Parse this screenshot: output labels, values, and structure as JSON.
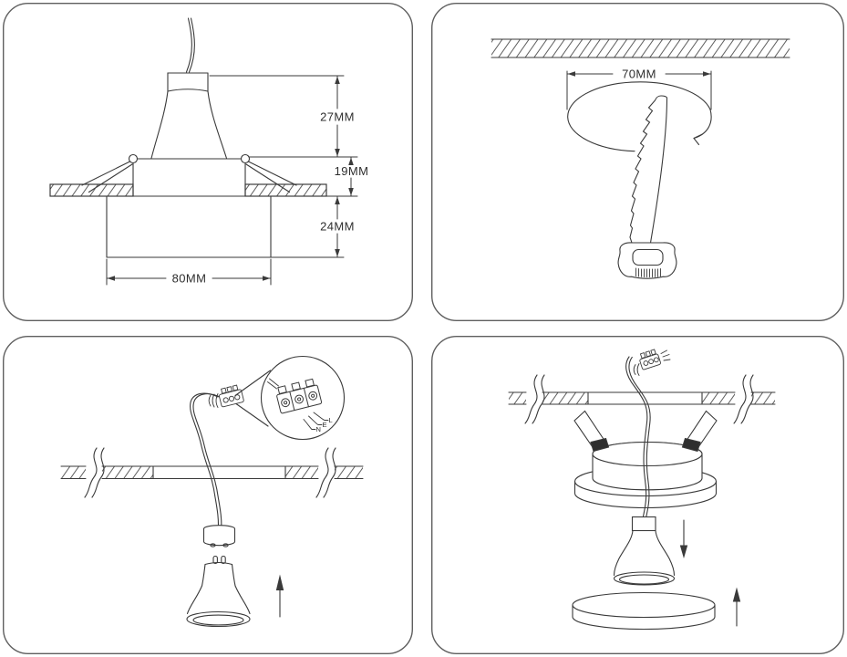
{
  "colors": {
    "ink": "#3a3a3a",
    "panel_border": "#5f5f5f",
    "background": "#ffffff",
    "clip_foot": "#2e2e2e"
  },
  "dimension_panel": {
    "height_above": "27MM",
    "recess_depth": "19MM",
    "height_below": "24MM",
    "diameter": "80MM"
  },
  "cutout_panel": {
    "hole_diameter": "70MM"
  },
  "wiring_panel": {
    "wire_live": "L",
    "wire_earth": "E",
    "wire_neutral": "N"
  }
}
